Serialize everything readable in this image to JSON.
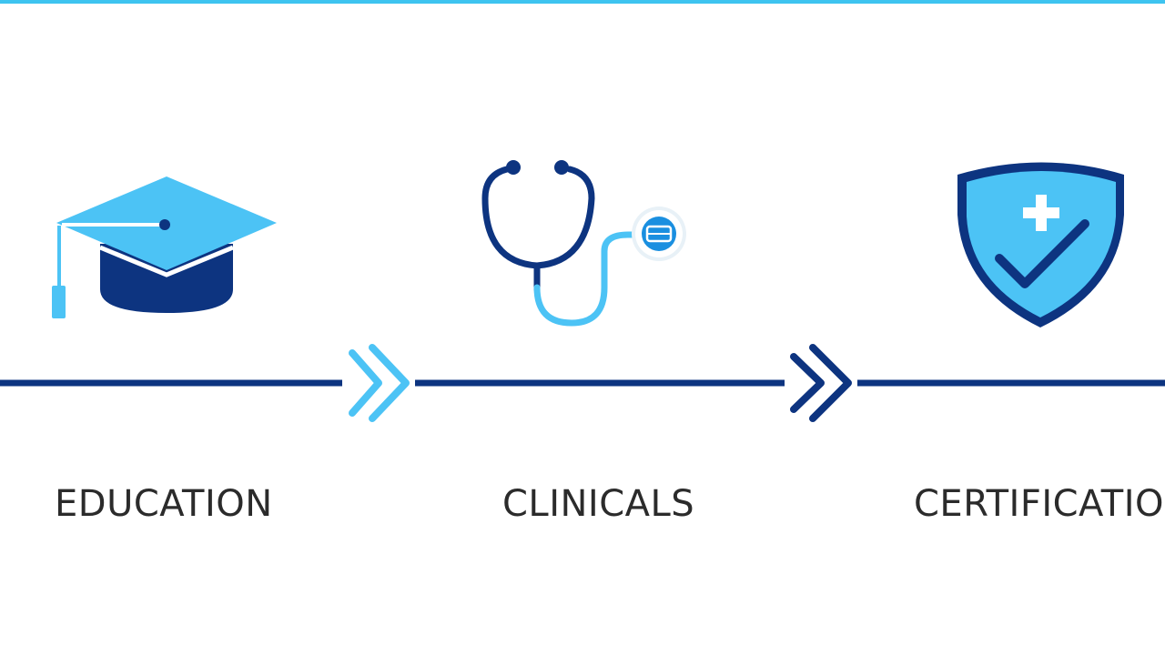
{
  "colors": {
    "navy": "#0d3480",
    "sky": "#4cc3f5",
    "accent_bar": "#3ec4f0",
    "label_text": "#2b2b2b"
  },
  "steps": [
    {
      "label": "EDUCATION",
      "icon": "graduation-cap-icon"
    },
    {
      "label": "CLINICALS",
      "icon": "stethoscope-icon"
    },
    {
      "label": "CERTIFICATION",
      "icon": "shield-check-icon"
    }
  ],
  "connectors": [
    {
      "icon": "double-chevron-right-icon",
      "color": "sky"
    },
    {
      "icon": "double-chevron-right-icon",
      "color": "navy"
    }
  ]
}
